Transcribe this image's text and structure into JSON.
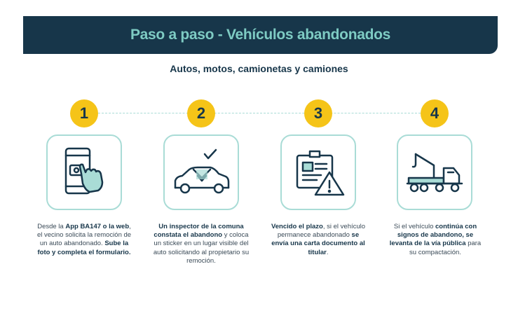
{
  "header": {
    "title": "Paso a paso - Vehículos abandonados",
    "subtitle": "Autos, motos, camionetas y camiones"
  },
  "colors": {
    "navy": "#17364a",
    "teal": "#7ecbc3",
    "yellow": "#f5c418",
    "border": "#a9dcd6"
  },
  "steps": [
    {
      "number": "1",
      "icon": "phone-hand-icon",
      "segments": [
        "Desde la ",
        "App BA147 o la web",
        ", el vecino solicita la remoción de un auto abandonado. ",
        "Sube la foto y completa el formulario",
        "."
      ]
    },
    {
      "number": "2",
      "icon": "car-sticker-icon",
      "segments": [
        "",
        "Un inspector de la comuna constata el abandono",
        " y coloca un sticker en un lugar visible del auto solicitando al propietario su remoción.",
        "",
        ""
      ]
    },
    {
      "number": "3",
      "icon": "document-warning-icon",
      "segments": [
        "",
        "Vencido el plazo",
        ", si el vehículo permanece abandonado ",
        "se envía una carta documento al titular",
        "."
      ]
    },
    {
      "number": "4",
      "icon": "tow-truck-icon",
      "segments": [
        "Si el vehículo ",
        "continúa con signos de abandono, se levanta de la vía pública",
        " para su compactación.",
        "",
        ""
      ]
    }
  ]
}
